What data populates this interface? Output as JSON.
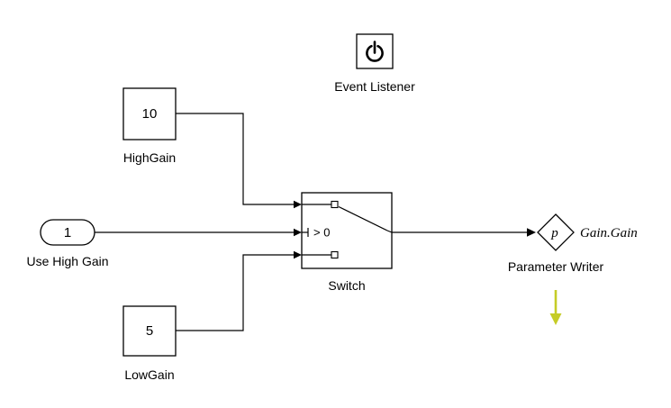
{
  "diagram": {
    "blocks": {
      "event_listener": {
        "label": "Event Listener"
      },
      "high_gain": {
        "value": "10",
        "label": "HighGain"
      },
      "use_high_gain": {
        "value": "1",
        "label": "Use High Gain"
      },
      "low_gain": {
        "value": "5",
        "label": "LowGain"
      },
      "switch": {
        "criteria": "> 0",
        "label": "Switch"
      },
      "parameter_writer": {
        "symbol": "p",
        "target": "Gain.Gain",
        "label": "Parameter Writer"
      }
    },
    "colors": {
      "line": "#000000",
      "block_fill": "#ffffff",
      "highlight_arrow": "#c5cc26"
    }
  }
}
